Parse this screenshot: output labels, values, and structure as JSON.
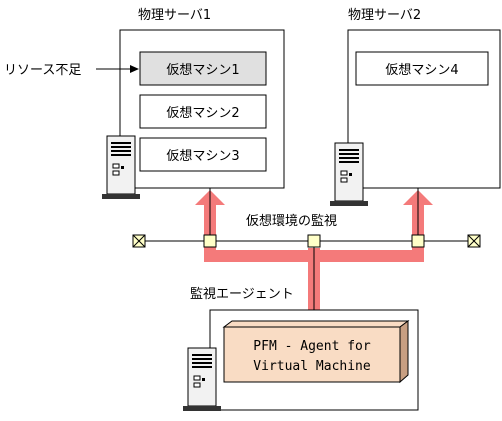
{
  "server1": {
    "label": "物理サーバ1",
    "vms": [
      {
        "label": "仮想マシン1",
        "shortage": true
      },
      {
        "label": "仮想マシン2",
        "shortage": false
      },
      {
        "label": "仮想マシン3",
        "shortage": false
      }
    ]
  },
  "server2": {
    "label": "物理サーバ2",
    "vms": [
      {
        "label": "仮想マシン4",
        "shortage": false
      }
    ]
  },
  "resource_shortage_label": "リソース不足",
  "environment_monitoring_label": "仮想環境の監視",
  "agent_host": {
    "label": "監視エージェント",
    "agent_line1": "PFM - Agent for",
    "agent_line2": "Virtual Machine"
  },
  "colors": {
    "shortage_fill": "#e0e0e0",
    "arrow": "#f47a7a",
    "agent_box": "#f9dcc4",
    "agent_box_side": "#c89f82",
    "network_node": "#ffffc8"
  }
}
